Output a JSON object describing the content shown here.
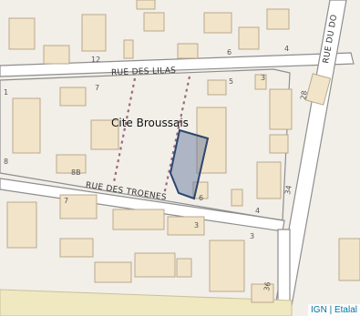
{
  "place_label": "Cite Broussais",
  "streets": {
    "lilas": "RUE DES LILAS",
    "troenes": "RUE DES TROENES",
    "du": "RUE DU DO"
  },
  "house_numbers": [
    "12",
    "6",
    "4",
    "7",
    "5",
    "3",
    "28",
    "8B",
    "6",
    "4",
    "34",
    "7",
    "3",
    "3",
    "36",
    "1",
    "8"
  ],
  "attribution": {
    "provider": "IGN",
    "separator": "|",
    "other": "Etalal"
  },
  "colors": {
    "background": "#f2efe9",
    "building": "#f2e4c8",
    "road": "#ffffff",
    "parcel_fill": "#5a6e96",
    "parcel_stroke": "#2c4670",
    "footpath": "#9b6b7a"
  }
}
